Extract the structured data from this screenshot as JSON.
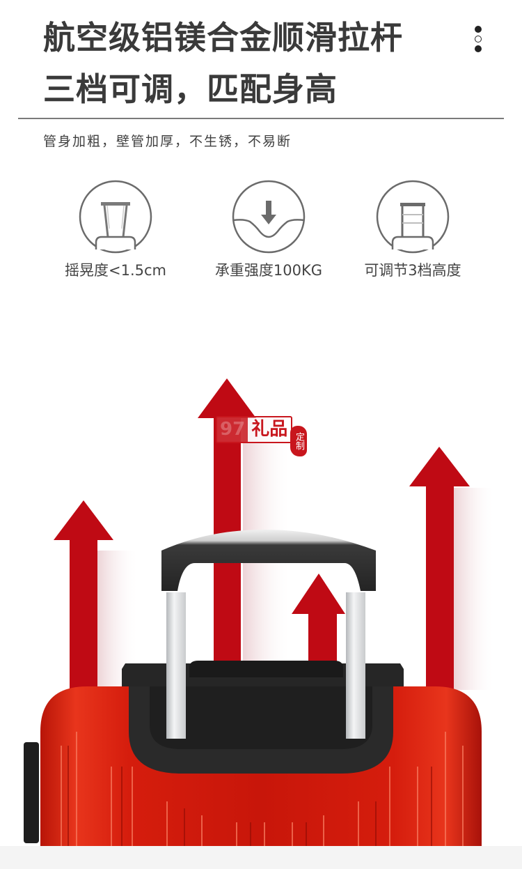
{
  "header": {
    "title_line1": "航空级铝镁合金顺滑拉杆",
    "title_line2": "三档可调，匹配身高",
    "subtitle": "管身加粗，壁管加厚，不生锈，不易断",
    "menu_icon": "vertical-dots-icon"
  },
  "features": [
    {
      "icon": "trolley-handle-wobble-icon",
      "label": "摇晃度<1.5cm"
    },
    {
      "icon": "load-bearing-arrow-icon",
      "label": "承重强度100KG"
    },
    {
      "icon": "three-level-handle-icon",
      "label": "可调节3档高度"
    }
  ],
  "watermark": {
    "number": "97",
    "text": "礼品",
    "seal": "定制"
  },
  "colors": {
    "arrow_red": "#bf0a14",
    "suitcase_red": "#d9200f",
    "title_gray": "#3a3a3a",
    "divider_gray": "#7a7a7a",
    "handle_black": "#2b2b2b",
    "tube_silver": "#e4e6e8",
    "bottom_strip": "#f4f4f4"
  }
}
